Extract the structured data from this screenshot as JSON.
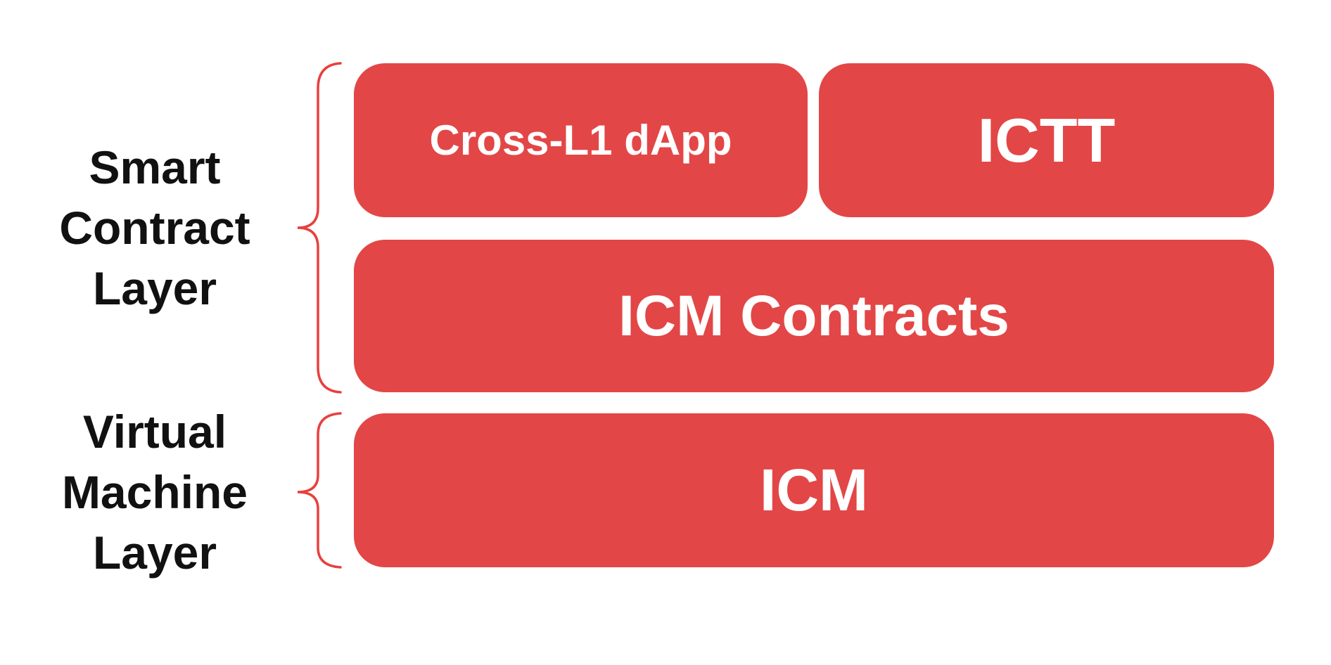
{
  "diagram": {
    "description": "Layer diagram with red rounded blocks grouped by curly braces",
    "labels": {
      "smart_contract": [
        "Smart",
        "Contract",
        "Layer"
      ],
      "virtual_machine": [
        "Virtual",
        "Machine",
        "Layer"
      ]
    },
    "boxes": {
      "cross_l1_dapp": "Cross-L1 dApp",
      "ictt": "ICTT",
      "icm_contracts": "ICM Contracts",
      "icm": "ICM"
    },
    "groups": [
      {
        "label": "Smart Contract Layer",
        "members": [
          "Cross-L1 dApp",
          "ICTT",
          "ICM Contracts"
        ]
      },
      {
        "label": "Virtual Machine Layer",
        "members": [
          "ICM"
        ]
      }
    ],
    "colors": {
      "box_fill": "#E34646",
      "brace_stroke": "#E8403E",
      "box_text": "#FFFFFF",
      "label_text": "#111111",
      "background": "#FFFFFF"
    }
  }
}
